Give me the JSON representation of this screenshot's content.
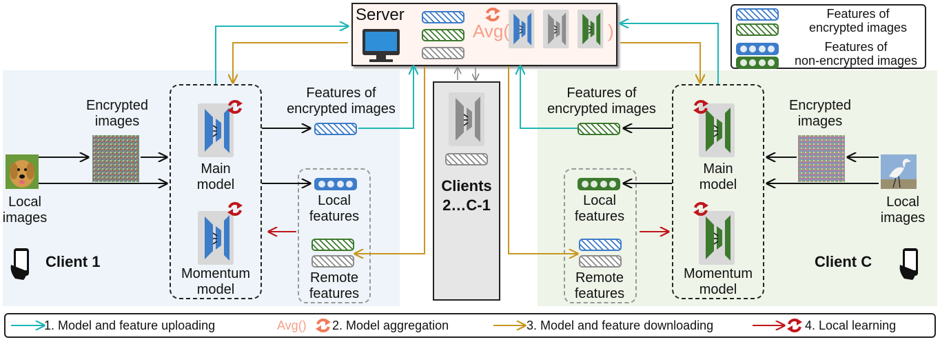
{
  "server": {
    "label": "Server",
    "avg_label": "Avg(",
    "avg_close": ")"
  },
  "legend": {
    "encrypted": "Features of\nencrypted images",
    "non_encrypted": "Features of\nnon-encrypted images"
  },
  "client1": {
    "name": "Client 1",
    "encrypted_images": "Encrypted\nimages",
    "local_images": "Local\nimages",
    "main_model": "Main\nmodel",
    "momentum_model": "Momentum\nmodel",
    "features_enc": "Features of\nencrypted images",
    "local_features": "Local\nfeatures",
    "remote_features": "Remote\nfeatures"
  },
  "clients_mid": {
    "name": "Clients\n2…C-1"
  },
  "clientC": {
    "name": "Client C",
    "encrypted_images": "Encrypted\nimages",
    "local_images": "Local\nimages",
    "main_model": "Main\nmodel",
    "momentum_model": "Momentum\nmodel",
    "features_enc": "Features of\nencrypted images",
    "local_features": "Local\nfeatures",
    "remote_features": "Remote\nfeatures"
  },
  "bottom_legend": {
    "step1": "1. Model and feature uploading",
    "step2_avg": "Avg()",
    "step2": "2. Model aggregation",
    "step3": "3. Model and feature downloading",
    "step4": "4. Local learning"
  },
  "colors": {
    "upload": "#1fb5b5",
    "download": "#c8961e",
    "local": "#c0161b",
    "aggregate": "#f4a08a",
    "client1_model": "#3d7cc9",
    "clientC_model": "#3d7a2e",
    "remote_model": "#8c8c8c",
    "client1_bg": "#eef4f9",
    "clientC_bg": "#eef4e8"
  }
}
